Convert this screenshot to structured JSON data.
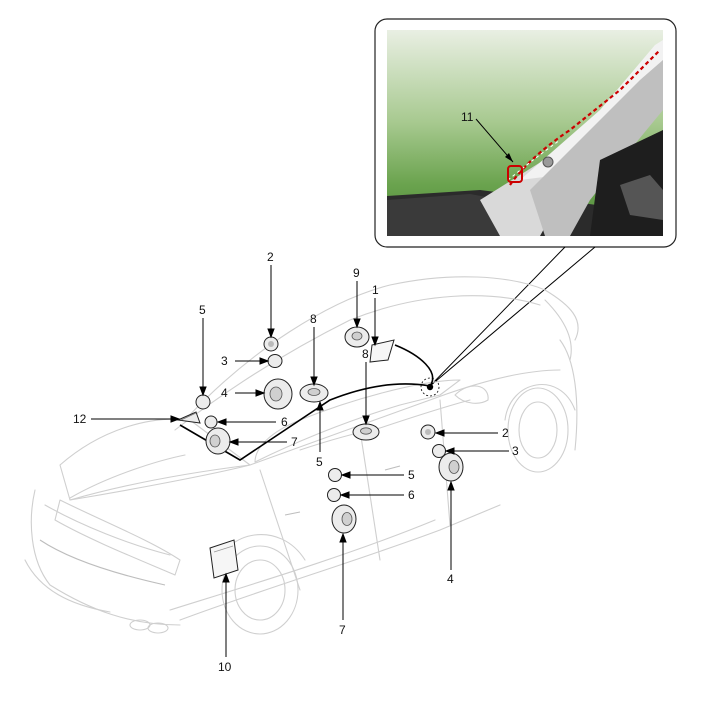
{
  "diagram": {
    "inset_callout": "11",
    "callouts": {
      "c1": "1",
      "c2_roof": "2",
      "c3_roof": "3",
      "c4_roof": "4",
      "c5_rear": "5",
      "c12": "12",
      "c6_rear": "6",
      "c7_rear": "7",
      "c8_mid": "8",
      "c9": "9",
      "c8_right": "8",
      "c5_mid": "5",
      "c2_right": "2",
      "c3_right": "3",
      "c4_right": "4",
      "c5_door": "5",
      "c6_door": "6",
      "c7_bottom": "7",
      "c10": "10"
    }
  }
}
